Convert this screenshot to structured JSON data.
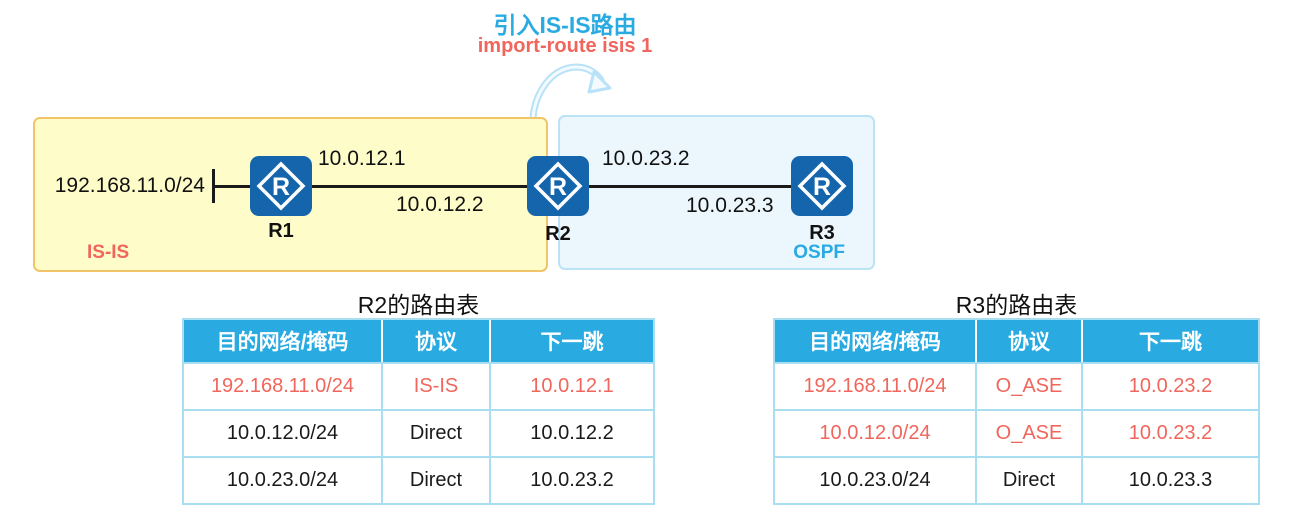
{
  "annotation": {
    "title": "引入IS-IS路由",
    "command": "import-route isis 1"
  },
  "topology": {
    "stub_network_label": "192.168.11.0/24",
    "zone_isis_label": "IS-IS",
    "zone_ospf_label": "OSPF",
    "router_glyph": "R",
    "routers": [
      {
        "name": "R1"
      },
      {
        "name": "R2"
      },
      {
        "name": "R3"
      }
    ],
    "link_labels": {
      "r1_r2_top": "10.0.12.1",
      "r1_r2_bottom": "10.0.12.2",
      "r2_r3_top": "10.0.23.2",
      "r2_r3_bottom": "10.0.23.3"
    }
  },
  "tables": [
    {
      "title": "R2的路由表",
      "headers": [
        "目的网络/掩码",
        "协议",
        "下一跳"
      ],
      "rows": [
        {
          "cells": [
            "192.168.11.0/24",
            "IS-IS",
            "10.0.12.1"
          ],
          "highlight": true
        },
        {
          "cells": [
            "10.0.12.0/24",
            "Direct",
            "10.0.12.2"
          ],
          "highlight": false
        },
        {
          "cells": [
            "10.0.23.0/24",
            "Direct",
            "10.0.23.2"
          ],
          "highlight": false
        }
      ]
    },
    {
      "title": "R3的路由表",
      "headers": [
        "目的网络/掩码",
        "协议",
        "下一跳"
      ],
      "rows": [
        {
          "cells": [
            "192.168.11.0/24",
            "O_ASE",
            "10.0.23.2"
          ],
          "highlight": true
        },
        {
          "cells": [
            "10.0.12.0/24",
            "O_ASE",
            "10.0.23.2"
          ],
          "highlight": true
        },
        {
          "cells": [
            "10.0.23.0/24",
            "Direct",
            "10.0.23.3"
          ],
          "highlight": false
        }
      ]
    }
  ],
  "colors": {
    "accent_blue": "#29ABE2",
    "highlight_red": "#F0665C",
    "router_blue": "#1565AD",
    "isis_zone_fill": "#FEFDC9",
    "isis_zone_border": "#F2C469",
    "ospf_zone_fill": "#EBF7FC",
    "ospf_zone_border": "#BCE3F5",
    "table_border": "#A9DDF2",
    "link_color": "#1A1A1A",
    "arrow_color": "#B8E2F7"
  }
}
